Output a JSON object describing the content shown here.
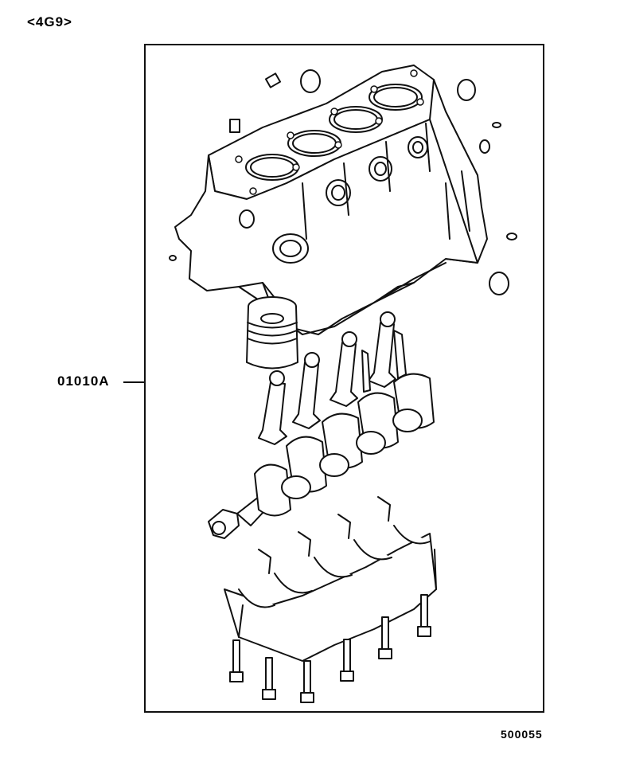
{
  "header": {
    "model_tag": "<4G9>"
  },
  "callout": {
    "part_number": "01010A"
  },
  "footer": {
    "figure_id": "500055"
  },
  "illustration": {
    "subject": "engine-short-block-exploded-view",
    "line_color": "#111111",
    "background": "#ffffff"
  }
}
